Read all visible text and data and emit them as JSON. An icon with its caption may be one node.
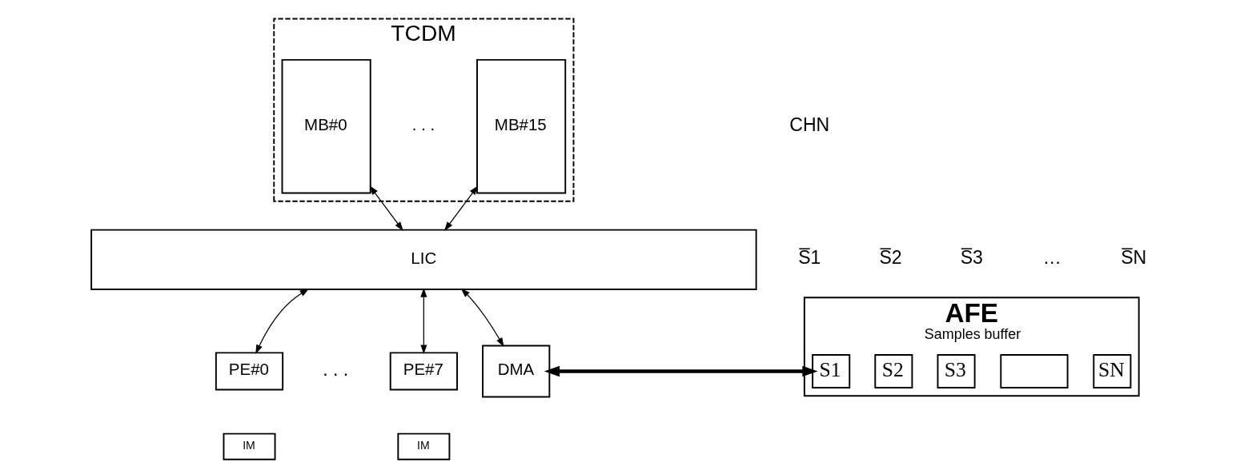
{
  "diagram": {
    "nodes": [
      {
        "text": [
          "TCDM"
        ]
      },
      {
        "text": [
          "MB#0"
        ],
        "in": 0
      },
      {
        "text": [
          "MB#15"
        ],
        "in": 0
      },
      {
        "text": [
          "LIC"
        ]
      },
      {
        "text": [
          "PE#0"
        ]
      },
      {
        "text": [
          "IM"
        ]
      },
      {
        "text": [
          "PE#7"
        ]
      },
      {
        "text": [
          "IM"
        ]
      },
      {
        "text": [
          "DMA"
        ]
      },
      {
        "text": [
          "AFE",
          "Samples buffer"
        ]
      },
      {
        "text": [
          "S1"
        ],
        "in": 9
      },
      {
        "text": [
          "S2"
        ],
        "in": 9
      },
      {
        "text": [
          "S3"
        ],
        "in": 9
      },
      {
        "text": [],
        "shape": "box",
        "in": 9
      },
      {
        "text": [
          "SN"
        ],
        "in": 9
      }
    ],
    "edges": [
      {
        "from": 1,
        "to": 3,
        "arrow": "both"
      },
      {
        "from": 2,
        "to": 3,
        "arrow": "both"
      },
      {
        "from": 3,
        "to": 4,
        "arrow": "both"
      },
      {
        "from": 3,
        "to": 6,
        "arrow": "both"
      },
      {
        "from": 3,
        "to": 8,
        "arrow": "both"
      },
      {
        "from": 8,
        "to": 10,
        "arrow": "both",
        "style": "thick"
      }
    ],
    "labels": [
      "CHN",
      ". . .",
      ". . .",
      "S̅1",
      "S̅2",
      "S̅3",
      "…",
      "S̅N"
    ]
  }
}
